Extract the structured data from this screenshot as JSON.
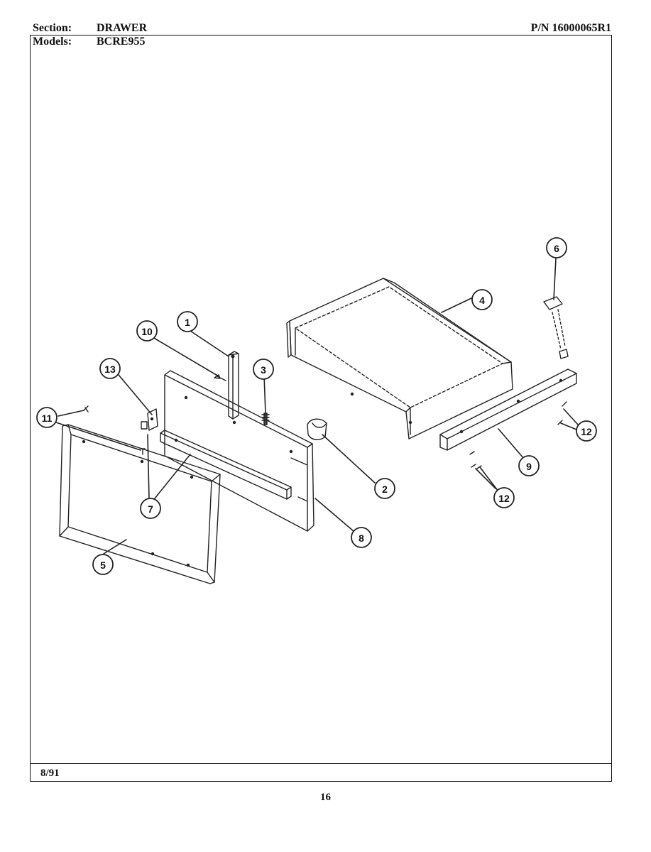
{
  "header": {
    "section_label": "Section:",
    "section_value": "DRAWER",
    "part_number": "P/N 16000065R1",
    "models_label": "Models:",
    "models_value": "BCRE955"
  },
  "footer": {
    "date": "8/91",
    "page_number": "16"
  },
  "callouts": [
    "1",
    "2",
    "3",
    "4",
    "5",
    "6",
    "7",
    "8",
    "9",
    "10",
    "11",
    "12",
    "13"
  ]
}
